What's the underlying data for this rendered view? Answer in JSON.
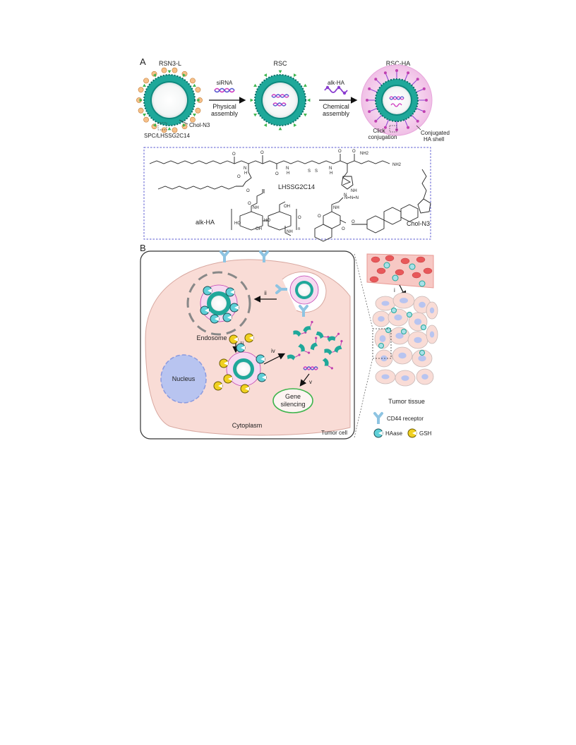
{
  "panel_a": {
    "label": "A",
    "stages": [
      {
        "id": "rsn3l",
        "label": "RSN3-L"
      },
      {
        "id": "rsc",
        "label": "RSC"
      },
      {
        "id": "rscha",
        "label": "RSC-HA"
      }
    ],
    "step1": {
      "reagent": "siRNA",
      "process_line1": "Physical",
      "process_line2": "assembly"
    },
    "step2": {
      "reagent": "alk-HA",
      "process_line1": "Chemical",
      "process_line2": "assembly"
    },
    "callouts": {
      "chol": "Chol-N3",
      "spc": "SPC/LHSSG2C14",
      "click_line1": "Click",
      "click_line2": "conjugation",
      "conj_line1": "Conjugated",
      "conj_line2": "HA shell"
    },
    "structures": {
      "lhssg": "LHSSG2C14",
      "alkha": "alk-HA",
      "choln3": "Chol-N3",
      "atoms": {
        "O": "O",
        "N": "N",
        "H": "H",
        "NH": "NH",
        "NH2": "NH2",
        "S": "S",
        "HO": "HO",
        "OH": "OH",
        "n": "n",
        "azide": "N=N=N"
      }
    }
  },
  "panel_b": {
    "label": "B",
    "steps": {
      "i": "i",
      "ii": "ii",
      "iii": "iii",
      "iv": "iv",
      "v": "v"
    },
    "labels": {
      "endosome": "Endosome",
      "nucleus": "Nucleus",
      "gene_line1": "Gene",
      "gene_line2": "silencing",
      "cytoplasm": "Cytoplasm",
      "tumor_cell": "Tumor cell",
      "tumor_tissue": "Tumor tissue"
    },
    "legend": {
      "cd44": "CD44  receptor",
      "haase": "HAase",
      "gsh": "GSH"
    }
  },
  "colors": {
    "teal": "#1fa89a",
    "teal_dark": "#0b6e66",
    "pink_shell": "#f3c6ea",
    "magenta": "#c040b0",
    "cell_fill": "#f9dcd6",
    "nucleus": "#b8c4f0",
    "green_arrow": "#3cb44b",
    "haase": "#5fd0d8",
    "gsh": "#f0d020",
    "receptor": "#a8d4ec",
    "box_dash": "#5a5ad0"
  }
}
